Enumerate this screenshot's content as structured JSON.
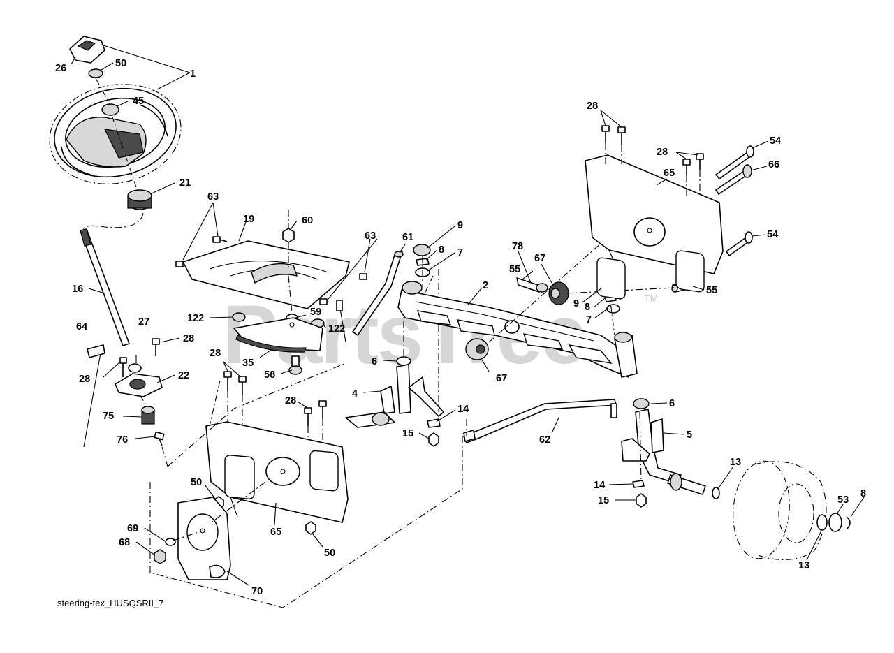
{
  "caption": "steering-tex_HUSQSRII_7",
  "watermark": {
    "text": "PartsTree",
    "tm": "TM"
  },
  "callouts": [
    {
      "id": "c1",
      "label": "1"
    },
    {
      "id": "c26",
      "label": "26"
    },
    {
      "id": "c50a",
      "label": "50"
    },
    {
      "id": "c45",
      "label": "45"
    },
    {
      "id": "c21",
      "label": "21"
    },
    {
      "id": "c16",
      "label": "16"
    },
    {
      "id": "c64",
      "label": "64"
    },
    {
      "id": "c27",
      "label": "27"
    },
    {
      "id": "c28a",
      "label": "28"
    },
    {
      "id": "c28b",
      "label": "28"
    },
    {
      "id": "c22",
      "label": "22"
    },
    {
      "id": "c75",
      "label": "75"
    },
    {
      "id": "c76",
      "label": "76"
    },
    {
      "id": "c63a",
      "label": "63"
    },
    {
      "id": "c19",
      "label": "19"
    },
    {
      "id": "c60",
      "label": "60"
    },
    {
      "id": "c63b",
      "label": "63"
    },
    {
      "id": "c122a",
      "label": "122"
    },
    {
      "id": "c59",
      "label": "59"
    },
    {
      "id": "c122b",
      "label": "122"
    },
    {
      "id": "c35",
      "label": "35"
    },
    {
      "id": "c58",
      "label": "58"
    },
    {
      "id": "c28c",
      "label": "28"
    },
    {
      "id": "c28d",
      "label": "28"
    },
    {
      "id": "c61",
      "label": "61"
    },
    {
      "id": "c9a",
      "label": "9"
    },
    {
      "id": "c8a",
      "label": "8"
    },
    {
      "id": "c7a",
      "label": "7"
    },
    {
      "id": "c6a",
      "label": "6"
    },
    {
      "id": "c4",
      "label": "4"
    },
    {
      "id": "c14a",
      "label": "14"
    },
    {
      "id": "c15a",
      "label": "15"
    },
    {
      "id": "c2",
      "label": "2"
    },
    {
      "id": "c78",
      "label": "78"
    },
    {
      "id": "c55a",
      "label": "55"
    },
    {
      "id": "c67a",
      "label": "67"
    },
    {
      "id": "c67b",
      "label": "67"
    },
    {
      "id": "c9b",
      "label": "9"
    },
    {
      "id": "c8b",
      "label": "8"
    },
    {
      "id": "c7b",
      "label": "7"
    },
    {
      "id": "c55b",
      "label": "55"
    },
    {
      "id": "c28e",
      "label": "28"
    },
    {
      "id": "c28f",
      "label": "28"
    },
    {
      "id": "c65a",
      "label": "65"
    },
    {
      "id": "c54a",
      "label": "54"
    },
    {
      "id": "c66",
      "label": "66"
    },
    {
      "id": "c54b",
      "label": "54"
    },
    {
      "id": "c6b",
      "label": "6"
    },
    {
      "id": "c5",
      "label": "5"
    },
    {
      "id": "c62",
      "label": "62"
    },
    {
      "id": "c13a",
      "label": "13"
    },
    {
      "id": "c14b",
      "label": "14"
    },
    {
      "id": "c15b",
      "label": "15"
    },
    {
      "id": "c53",
      "label": "53"
    },
    {
      "id": "c8c",
      "label": "8"
    },
    {
      "id": "c13b",
      "label": "13"
    },
    {
      "id": "c50b",
      "label": "50"
    },
    {
      "id": "c65b",
      "label": "65"
    },
    {
      "id": "c50c",
      "label": "50"
    },
    {
      "id": "c69",
      "label": "69"
    },
    {
      "id": "c68",
      "label": "68"
    },
    {
      "id": "c70",
      "label": "70"
    }
  ]
}
